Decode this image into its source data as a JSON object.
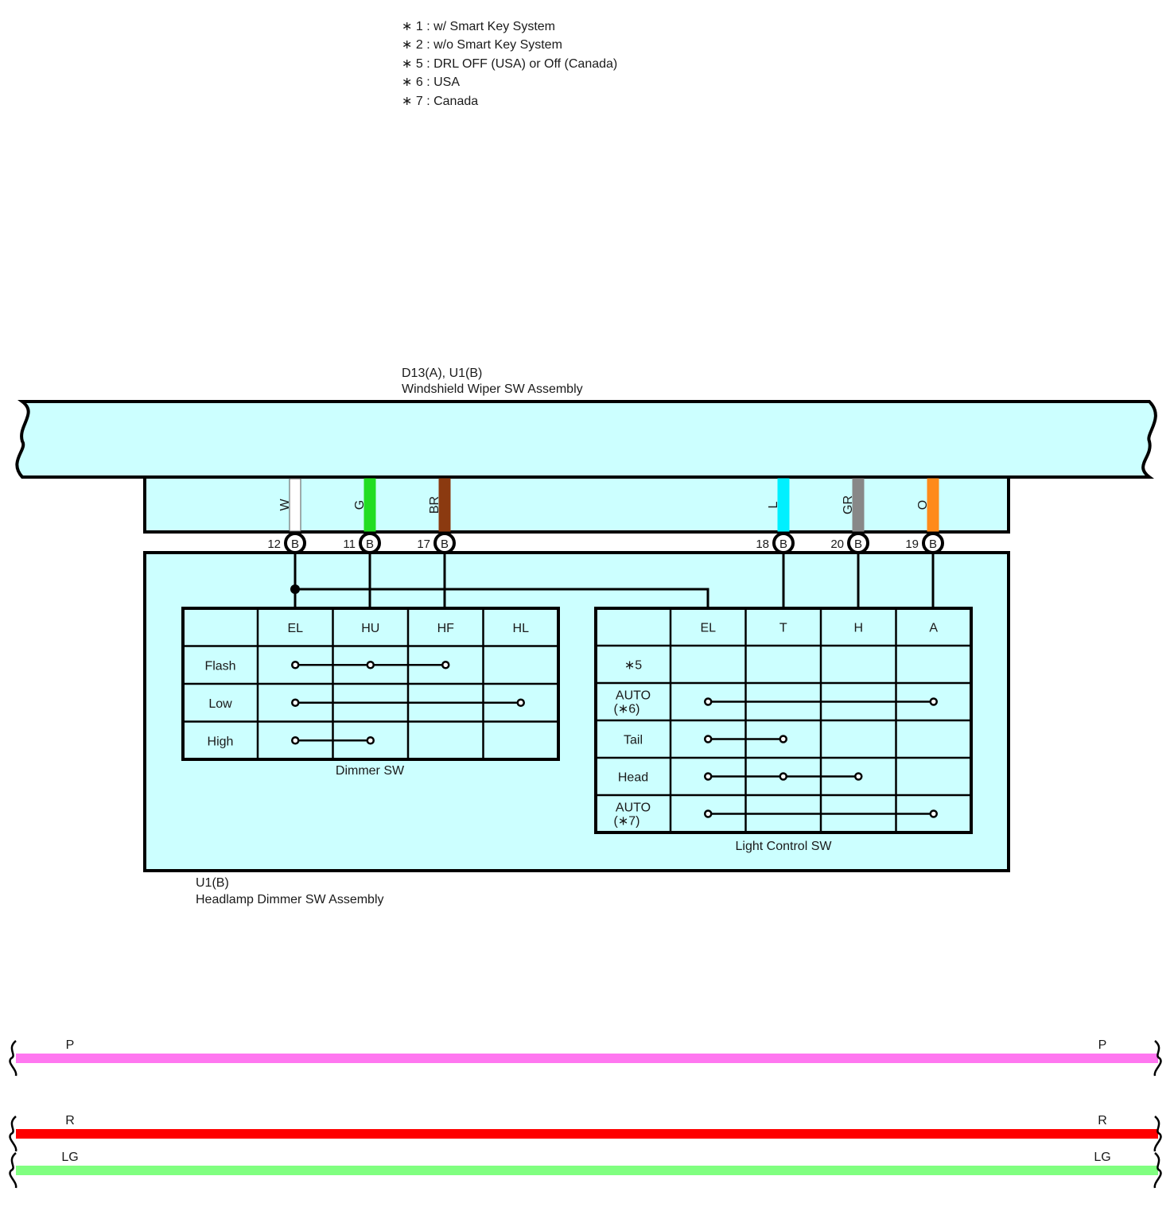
{
  "notes": [
    "∗ 1 : w/ Smart Key System",
    "∗ 2 : w/o Smart Key System",
    "∗ 5 : DRL OFF (USA) or Off (Canada)",
    "∗ 6 : USA",
    "∗ 7 : Canada"
  ],
  "wiper_assembly": {
    "code": "D13(A), U1(B)",
    "name": "Windshield Wiper SW Assembly"
  },
  "dimmer_assembly": {
    "code": "U1(B)",
    "name": "Headlamp Dimmer SW Assembly"
  },
  "wires": [
    {
      "color_code": "W",
      "pin": "12",
      "connector": "B",
      "color": "#ffffff"
    },
    {
      "color_code": "G",
      "pin": "11",
      "connector": "B",
      "color": "#22dd22"
    },
    {
      "color_code": "BR",
      "pin": "17",
      "connector": "B",
      "color": "#8b3a10"
    },
    {
      "color_code": "L",
      "pin": "18",
      "connector": "B",
      "color": "#00f0ff"
    },
    {
      "color_code": "GR",
      "pin": "20",
      "connector": "B",
      "color": "#888888"
    },
    {
      "color_code": "O",
      "pin": "19",
      "connector": "B",
      "color": "#ff8a1a"
    }
  ],
  "dimmer_sw": {
    "title": "Dimmer SW",
    "columns": [
      "EL",
      "HU",
      "HF",
      "HL"
    ],
    "rows": [
      {
        "label": "Flash",
        "from": 0,
        "to": 2,
        "dots": [
          0,
          1,
          2
        ]
      },
      {
        "label": "Low",
        "from": 0,
        "to": 3,
        "dots": [
          0,
          3
        ]
      },
      {
        "label": "High",
        "from": 0,
        "to": 1,
        "dots": [
          0,
          1
        ]
      }
    ]
  },
  "light_control_sw": {
    "title": "Light Control SW",
    "columns": [
      "EL",
      "T",
      "H",
      "A"
    ],
    "rows": [
      {
        "label": "∗5",
        "label2": "",
        "dots": []
      },
      {
        "label": "AUTO",
        "label2": "(∗6)",
        "from": 0,
        "to": 3,
        "dots": [
          0,
          3
        ]
      },
      {
        "label": "Tail",
        "label2": "",
        "from": 0,
        "to": 1,
        "dots": [
          0,
          1
        ]
      },
      {
        "label": "Head",
        "label2": "",
        "from": 0,
        "to": 2,
        "dots": [
          0,
          1,
          2
        ]
      },
      {
        "label": "AUTO",
        "label2": "(∗7)",
        "from": 0,
        "to": 3,
        "dots": [
          0,
          3
        ]
      }
    ]
  },
  "buses": [
    {
      "label": "P",
      "color": "#ff77f0"
    },
    {
      "label": "R",
      "color": "#ff0000"
    },
    {
      "label": "LG",
      "color": "#80ff80"
    }
  ],
  "colors": {
    "assembly_fill": "#ccffff",
    "outline": "#000000"
  }
}
